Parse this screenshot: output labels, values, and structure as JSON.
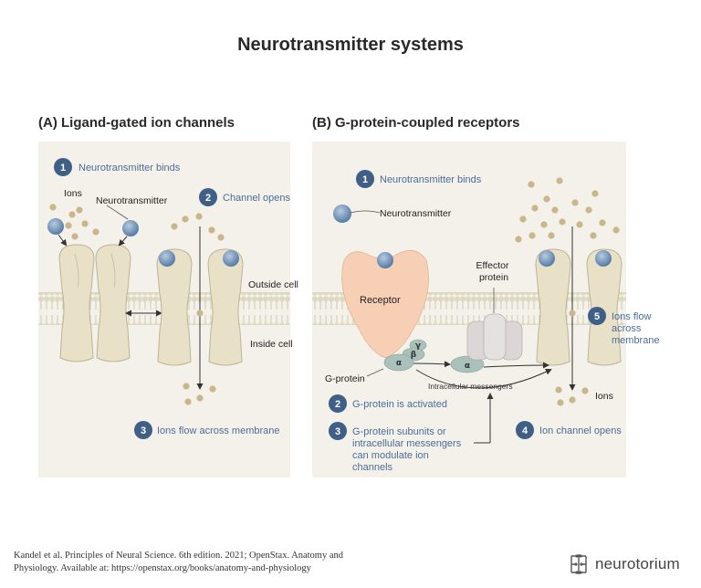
{
  "title": "Neurotransmitter systems",
  "panels": {
    "a": {
      "title": "(A) Ligand-gated ion channels",
      "steps": [
        {
          "num": "1",
          "text": "Neurotransmitter binds"
        },
        {
          "num": "2",
          "text": "Channel opens"
        },
        {
          "num": "3",
          "text": "Ions flow across membrane"
        }
      ],
      "labels": {
        "ions": "Ions",
        "neurotransmitter": "Neurotransmitter",
        "outside": "Outside cell",
        "inside": "Inside cell"
      }
    },
    "b": {
      "title": "(B) G-protein-coupled receptors",
      "steps": [
        {
          "num": "1",
          "text": "Neurotransmitter binds"
        },
        {
          "num": "2",
          "text": "G-protein is activated"
        },
        {
          "num": "3",
          "lines": [
            "G-protein subunits or",
            "intracellular messengers",
            "can modulate ion",
            "channels"
          ]
        },
        {
          "num": "4",
          "text": "Ion channel opens"
        },
        {
          "num": "5",
          "lines": [
            "Ions flow",
            "across",
            "membrane"
          ]
        }
      ],
      "labels": {
        "neurotransmitter": "Neurotransmitter",
        "receptor": "Receptor",
        "effector": [
          "Effector",
          "protein"
        ],
        "gprotein": "G-protein",
        "messengers": "Intracellular messengers",
        "ions": "Ions",
        "alpha": "α",
        "beta": "β",
        "gamma": "γ"
      }
    }
  },
  "citation": {
    "line1": "Kandel et al. Principles of Neural Science. 6th edition. 2021; OpenStax. Anatomy and",
    "line2": "Physiology. Available at: https://openstax.org/books/anatomy-and-physiology"
  },
  "brand": "neurotorium",
  "colors": {
    "panel_bg": "#f4f0ea",
    "membrane_head": "#dcd9c0",
    "channel": "#e8e1c8",
    "channel_stroke": "#bdb494",
    "ion": "#c9b68a",
    "ligand": "#6e8fb4",
    "receptor": "#f7cfb4",
    "gprotein": "#a9c0bb",
    "effector": "#dcd6d6",
    "step_circle": "#3f5f86",
    "step_text": "#4a6e98"
  }
}
